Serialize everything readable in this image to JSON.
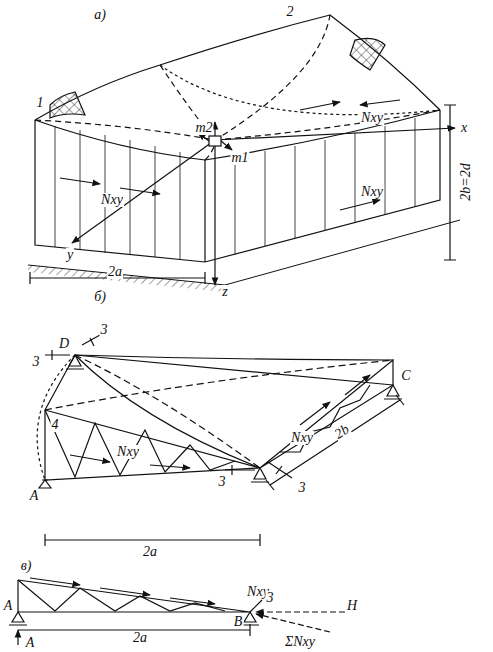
{
  "diagram": {
    "labels": [
      "а)",
      "1",
      "2",
      "m2",
      "m1",
      "Nxy",
      "Nxy",
      "Nxy",
      "x",
      "y",
      "z",
      "2a",
      "2b=2d",
      "б)",
      "3",
      "3",
      "D",
      "C",
      "4",
      "Nxy",
      "Nxy",
      "3",
      "3",
      "A",
      "2a",
      "2b",
      "в)",
      "Nxy",
      "A",
      "B",
      "3",
      "H",
      "ΣNxy",
      "A",
      "2a"
    ]
  }
}
